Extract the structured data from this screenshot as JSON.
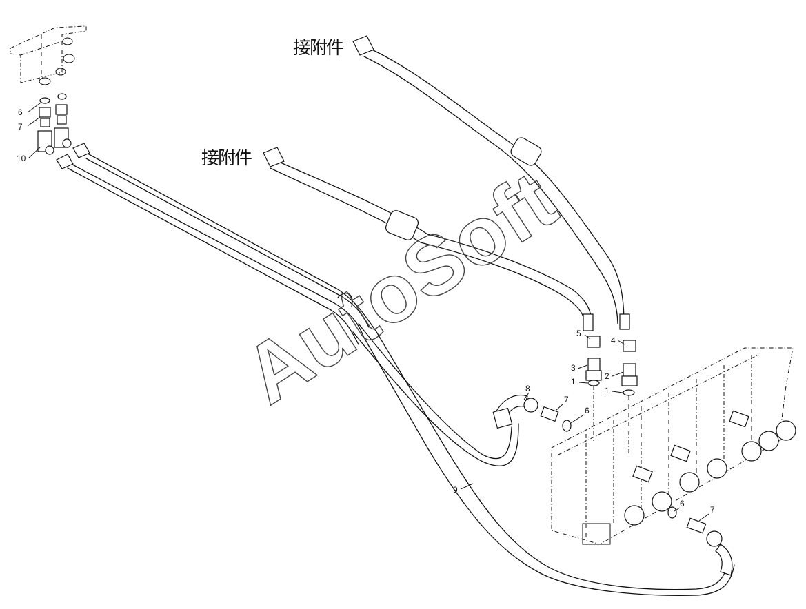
{
  "labels": {
    "attachment_a": "接附件",
    "attachment_b": "接附件"
  },
  "watermark": "AutoSoft",
  "callouts": [
    {
      "id": "c6a",
      "text": "6"
    },
    {
      "id": "c7a",
      "text": "7"
    },
    {
      "id": "c10",
      "text": "10"
    },
    {
      "id": "c5",
      "text": "5"
    },
    {
      "id": "c4",
      "text": "4"
    },
    {
      "id": "c3",
      "text": "3"
    },
    {
      "id": "c2",
      "text": "2"
    },
    {
      "id": "c1a",
      "text": "1"
    },
    {
      "id": "c1b",
      "text": "1"
    },
    {
      "id": "c8",
      "text": "8"
    },
    {
      "id": "c7b",
      "text": "7"
    },
    {
      "id": "c6b",
      "text": "6"
    },
    {
      "id": "c9",
      "text": "9"
    },
    {
      "id": "c6c",
      "text": "6"
    },
    {
      "id": "c7c",
      "text": "7"
    }
  ]
}
